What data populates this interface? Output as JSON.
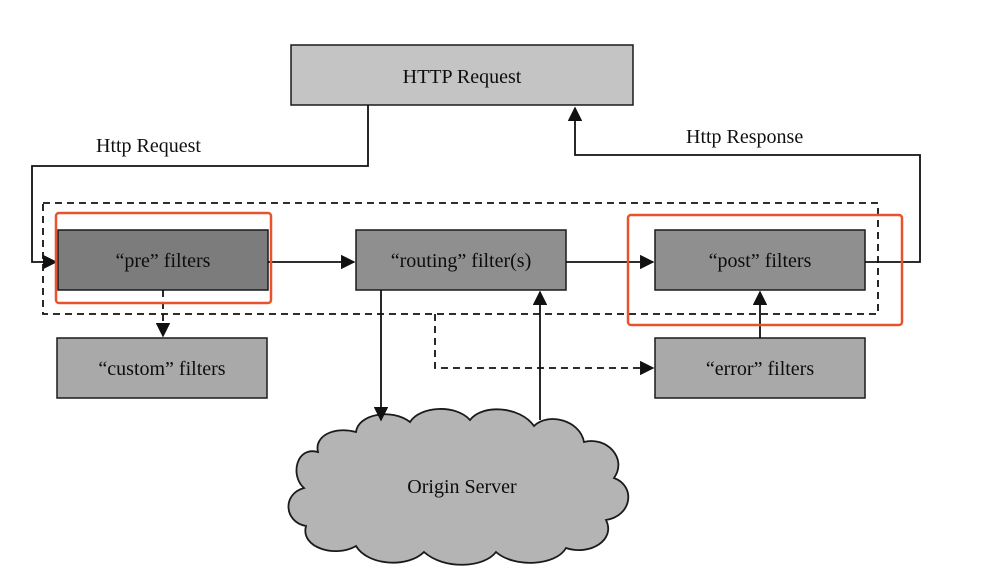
{
  "nodes": {
    "http_request_box": "HTTP Request",
    "pre_filters": "“pre” filters",
    "routing_filters": "“routing” filter(s)",
    "post_filters": "“post” filters",
    "custom_filters": "“custom” filters",
    "error_filters": "“error” filters",
    "origin_server": "Origin Server"
  },
  "edge_labels": {
    "http_request": "Http Request",
    "http_response": "Http Response"
  },
  "colors": {
    "highlight": "#e8532b",
    "box_fill": "#a9a9a9",
    "stroke": "#111111"
  }
}
